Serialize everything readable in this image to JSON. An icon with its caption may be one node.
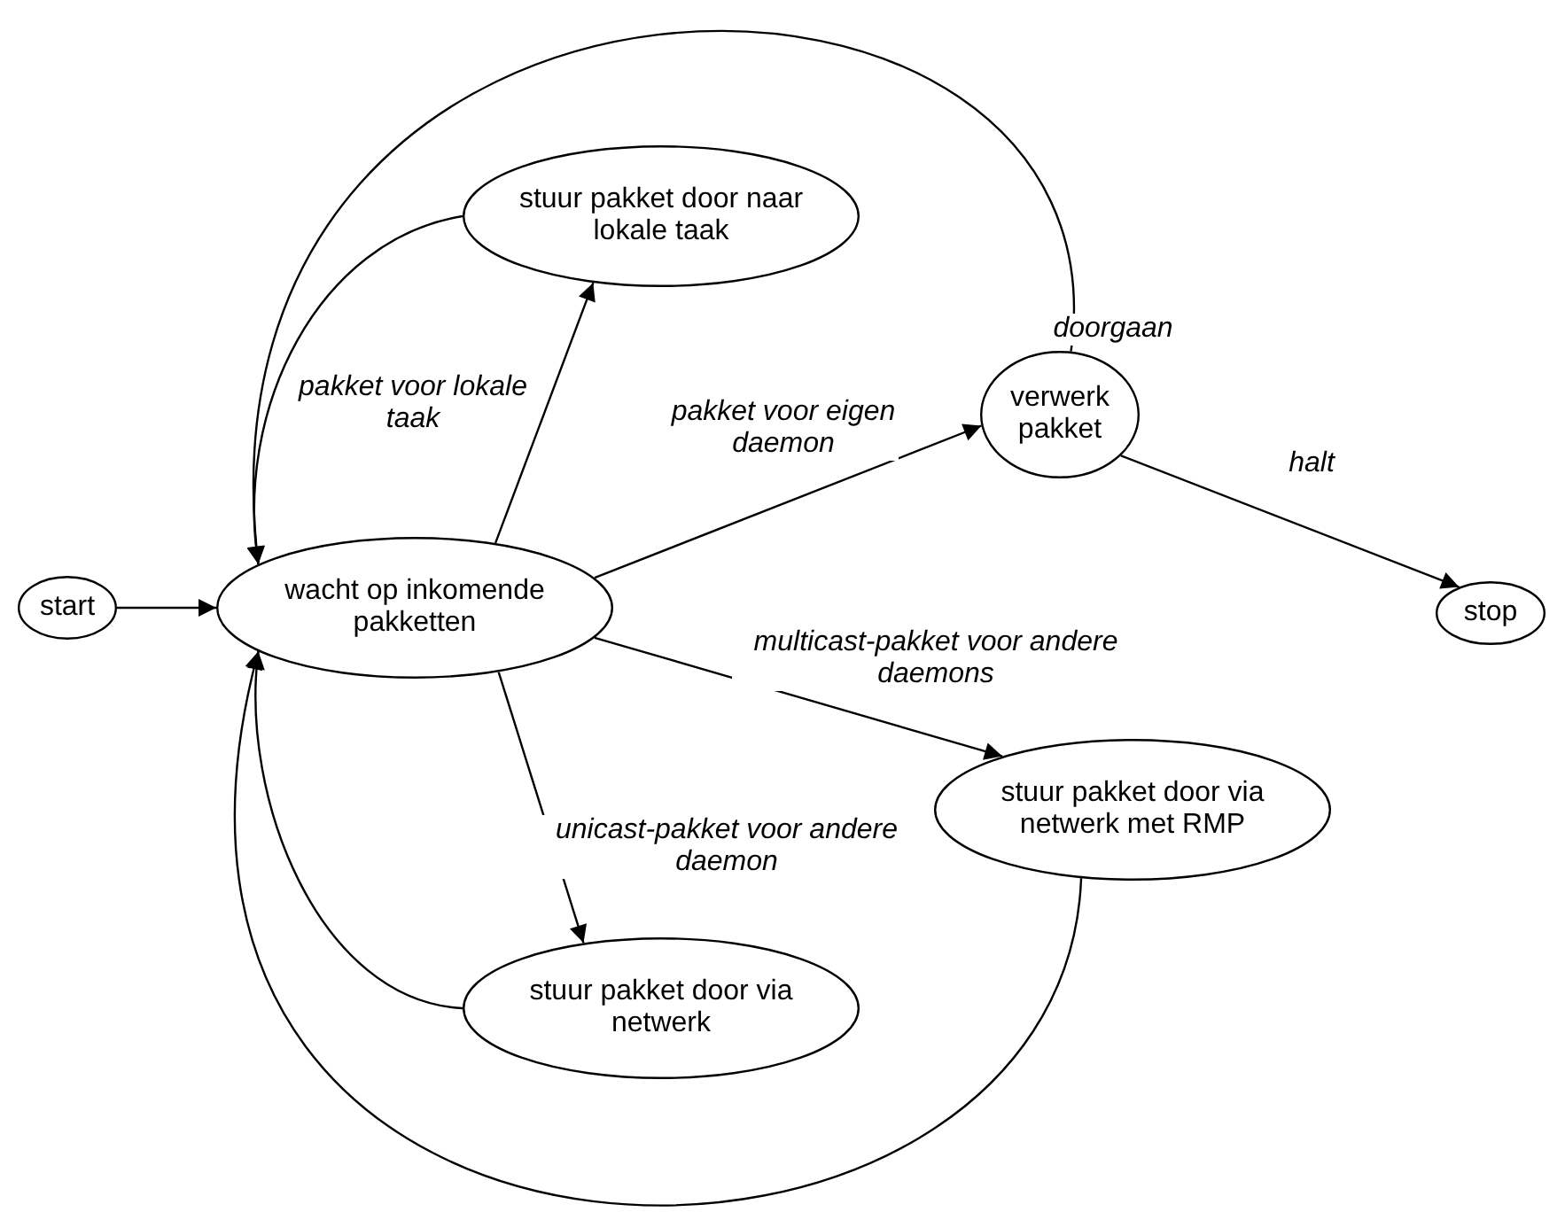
{
  "diagram": {
    "nodes": [
      {
        "text": [
          "start"
        ]
      },
      {
        "text": [
          "wacht op inkomende pakketten"
        ]
      },
      {
        "text": [
          "stuur pakket door naar lokale taak"
        ]
      },
      {
        "text": [
          "verwerk pakket"
        ]
      },
      {
        "text": [
          "stop"
        ]
      },
      {
        "text": [
          "stuur pakket door via netwerk met RMP"
        ]
      },
      {
        "text": [
          "stuur pakket door via netwerk"
        ]
      }
    ],
    "edges": [
      {
        "from": 0,
        "to": 1,
        "arrow": "to"
      },
      {
        "from": 1,
        "to": 2,
        "arrow": "to",
        "label": "pakket voor lokale taak"
      },
      {
        "from": 1,
        "to": 3,
        "arrow": "to",
        "label": "pakket voor eigen daemon"
      },
      {
        "from": 3,
        "to": 4,
        "arrow": "to",
        "label": "halt"
      },
      {
        "from": 1,
        "to": 5,
        "arrow": "to",
        "label": "multicast-pakket voor andere daemons"
      },
      {
        "from": 1,
        "to": 6,
        "arrow": "to",
        "label": "unicast-pakket voor andere daemon"
      },
      {
        "from": 2,
        "to": 1,
        "arrow": "to"
      },
      {
        "from": 3,
        "to": 1,
        "arrow": "to",
        "label": "doorgaan"
      },
      {
        "from": 6,
        "to": 1,
        "arrow": "to"
      },
      {
        "from": 5,
        "to": 1,
        "arrow": "to"
      }
    ]
  }
}
